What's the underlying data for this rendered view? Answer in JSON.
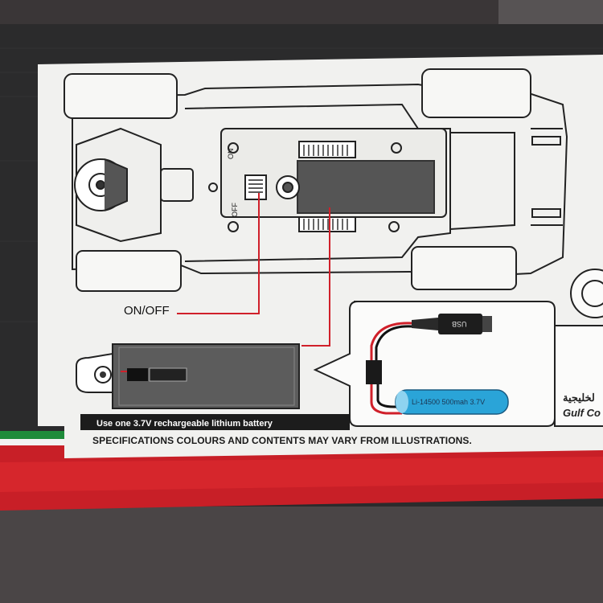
{
  "manual": {
    "onoff_label": "ON/OFF",
    "switch_on": "ON",
    "switch_off": "OFF",
    "battery_note": "Use one 3.7V rechargeable lithium battery",
    "disclaimer": "SPECIFICATIONS COLOURS AND CONTENTS MAY VARY FROM ILLUSTRATIONS.",
    "usb_label": "USB",
    "battery_spec": "Li-14500   500mah   3.7V",
    "brand_arabic": "لخليجية",
    "brand_en": "Gulf Co"
  },
  "colors": {
    "backdrop": "#3d3a3b",
    "box_dark": "#2a2a2b",
    "panel_white": "#f1f1ef",
    "accent_red": "#d0202a",
    "battery_blue": "#2aa4d8",
    "flag_green": "#1e8b3a"
  }
}
